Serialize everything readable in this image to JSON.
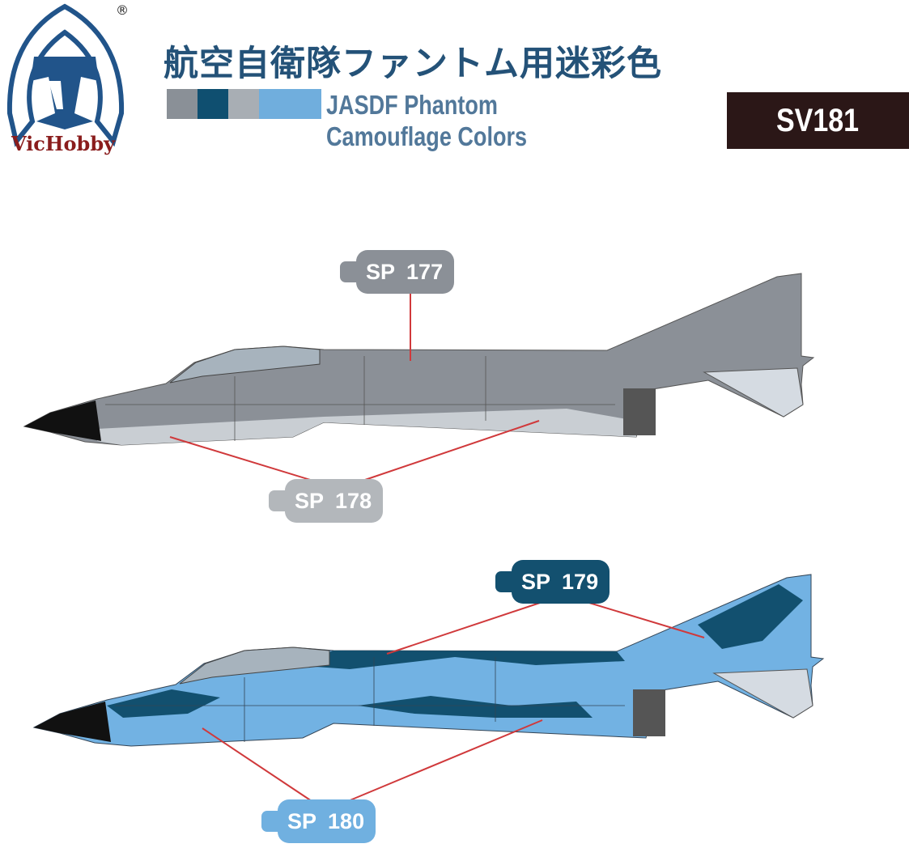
{
  "brand": {
    "name": "VicHobby",
    "registered_mark": "®"
  },
  "header": {
    "title_jp": "航空自衛隊ファントム用迷彩色",
    "title_en_line1": "JASDF Phantom",
    "title_en_line2": "Camouflage Colors",
    "product_code": "SV181"
  },
  "swatches": [
    {
      "color": "#8a9097"
    },
    {
      "color": "#0f4f70"
    },
    {
      "color": "#a8aeb4"
    },
    {
      "color": "#70aedd"
    }
  ],
  "callouts": [
    {
      "prefix": "SP",
      "number": "177",
      "color": "#8b9097"
    },
    {
      "prefix": "SP",
      "number": "178",
      "color": "#b3b7bb"
    },
    {
      "prefix": "SP",
      "number": "179",
      "color": "#13506f"
    },
    {
      "prefix": "SP",
      "number": "180",
      "color": "#70b0e0"
    }
  ],
  "accent_line_color": "#d0393b"
}
